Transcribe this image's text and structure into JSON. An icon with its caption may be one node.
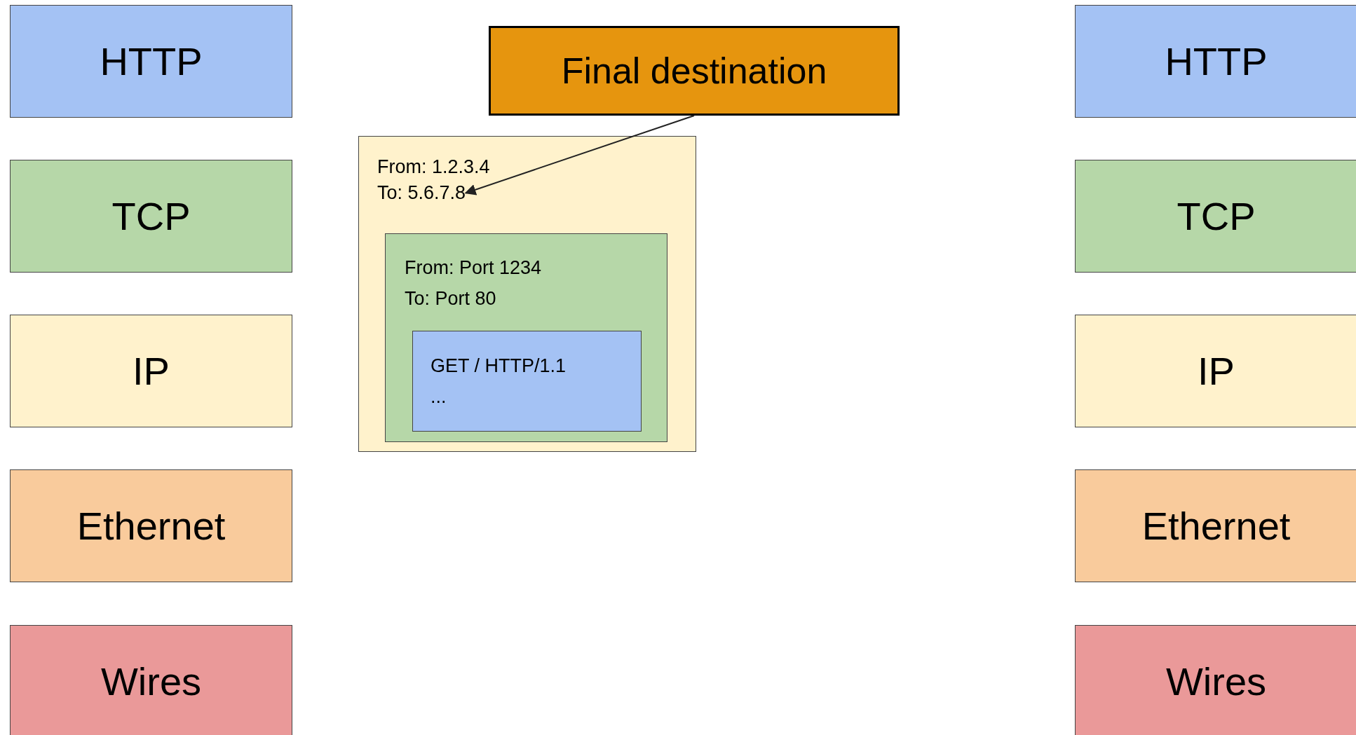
{
  "diagram": {
    "nodes": [
      {
        "text": [
          "HTTP"
        ]
      },
      {
        "text": [
          "TCP"
        ]
      },
      {
        "text": [
          "IP"
        ]
      },
      {
        "text": [
          "Ethernet"
        ]
      },
      {
        "text": [
          "Wires"
        ]
      },
      {
        "text": [
          "Final destination"
        ]
      },
      {
        "text": [
          "From: 1.2.3.4"
        ]
      },
      {
        "text": [
          "To: 5.6.7.8"
        ],
        "in": 6
      },
      {
        "text": [
          "From: Port 1234",
          "To: Port 80"
        ],
        "in": 6
      },
      {
        "text": [
          "GET / HTTP/1.1",
          "..."
        ],
        "in": 8
      },
      {
        "text": [
          "HTTP"
        ]
      },
      {
        "text": [
          "TCP"
        ]
      },
      {
        "text": [
          "IP"
        ]
      },
      {
        "text": [
          "Ethernet"
        ]
      },
      {
        "text": [
          "Wires"
        ]
      }
    ],
    "edges": [
      {
        "from": 5,
        "to": 7,
        "arrow": "to"
      }
    ]
  }
}
